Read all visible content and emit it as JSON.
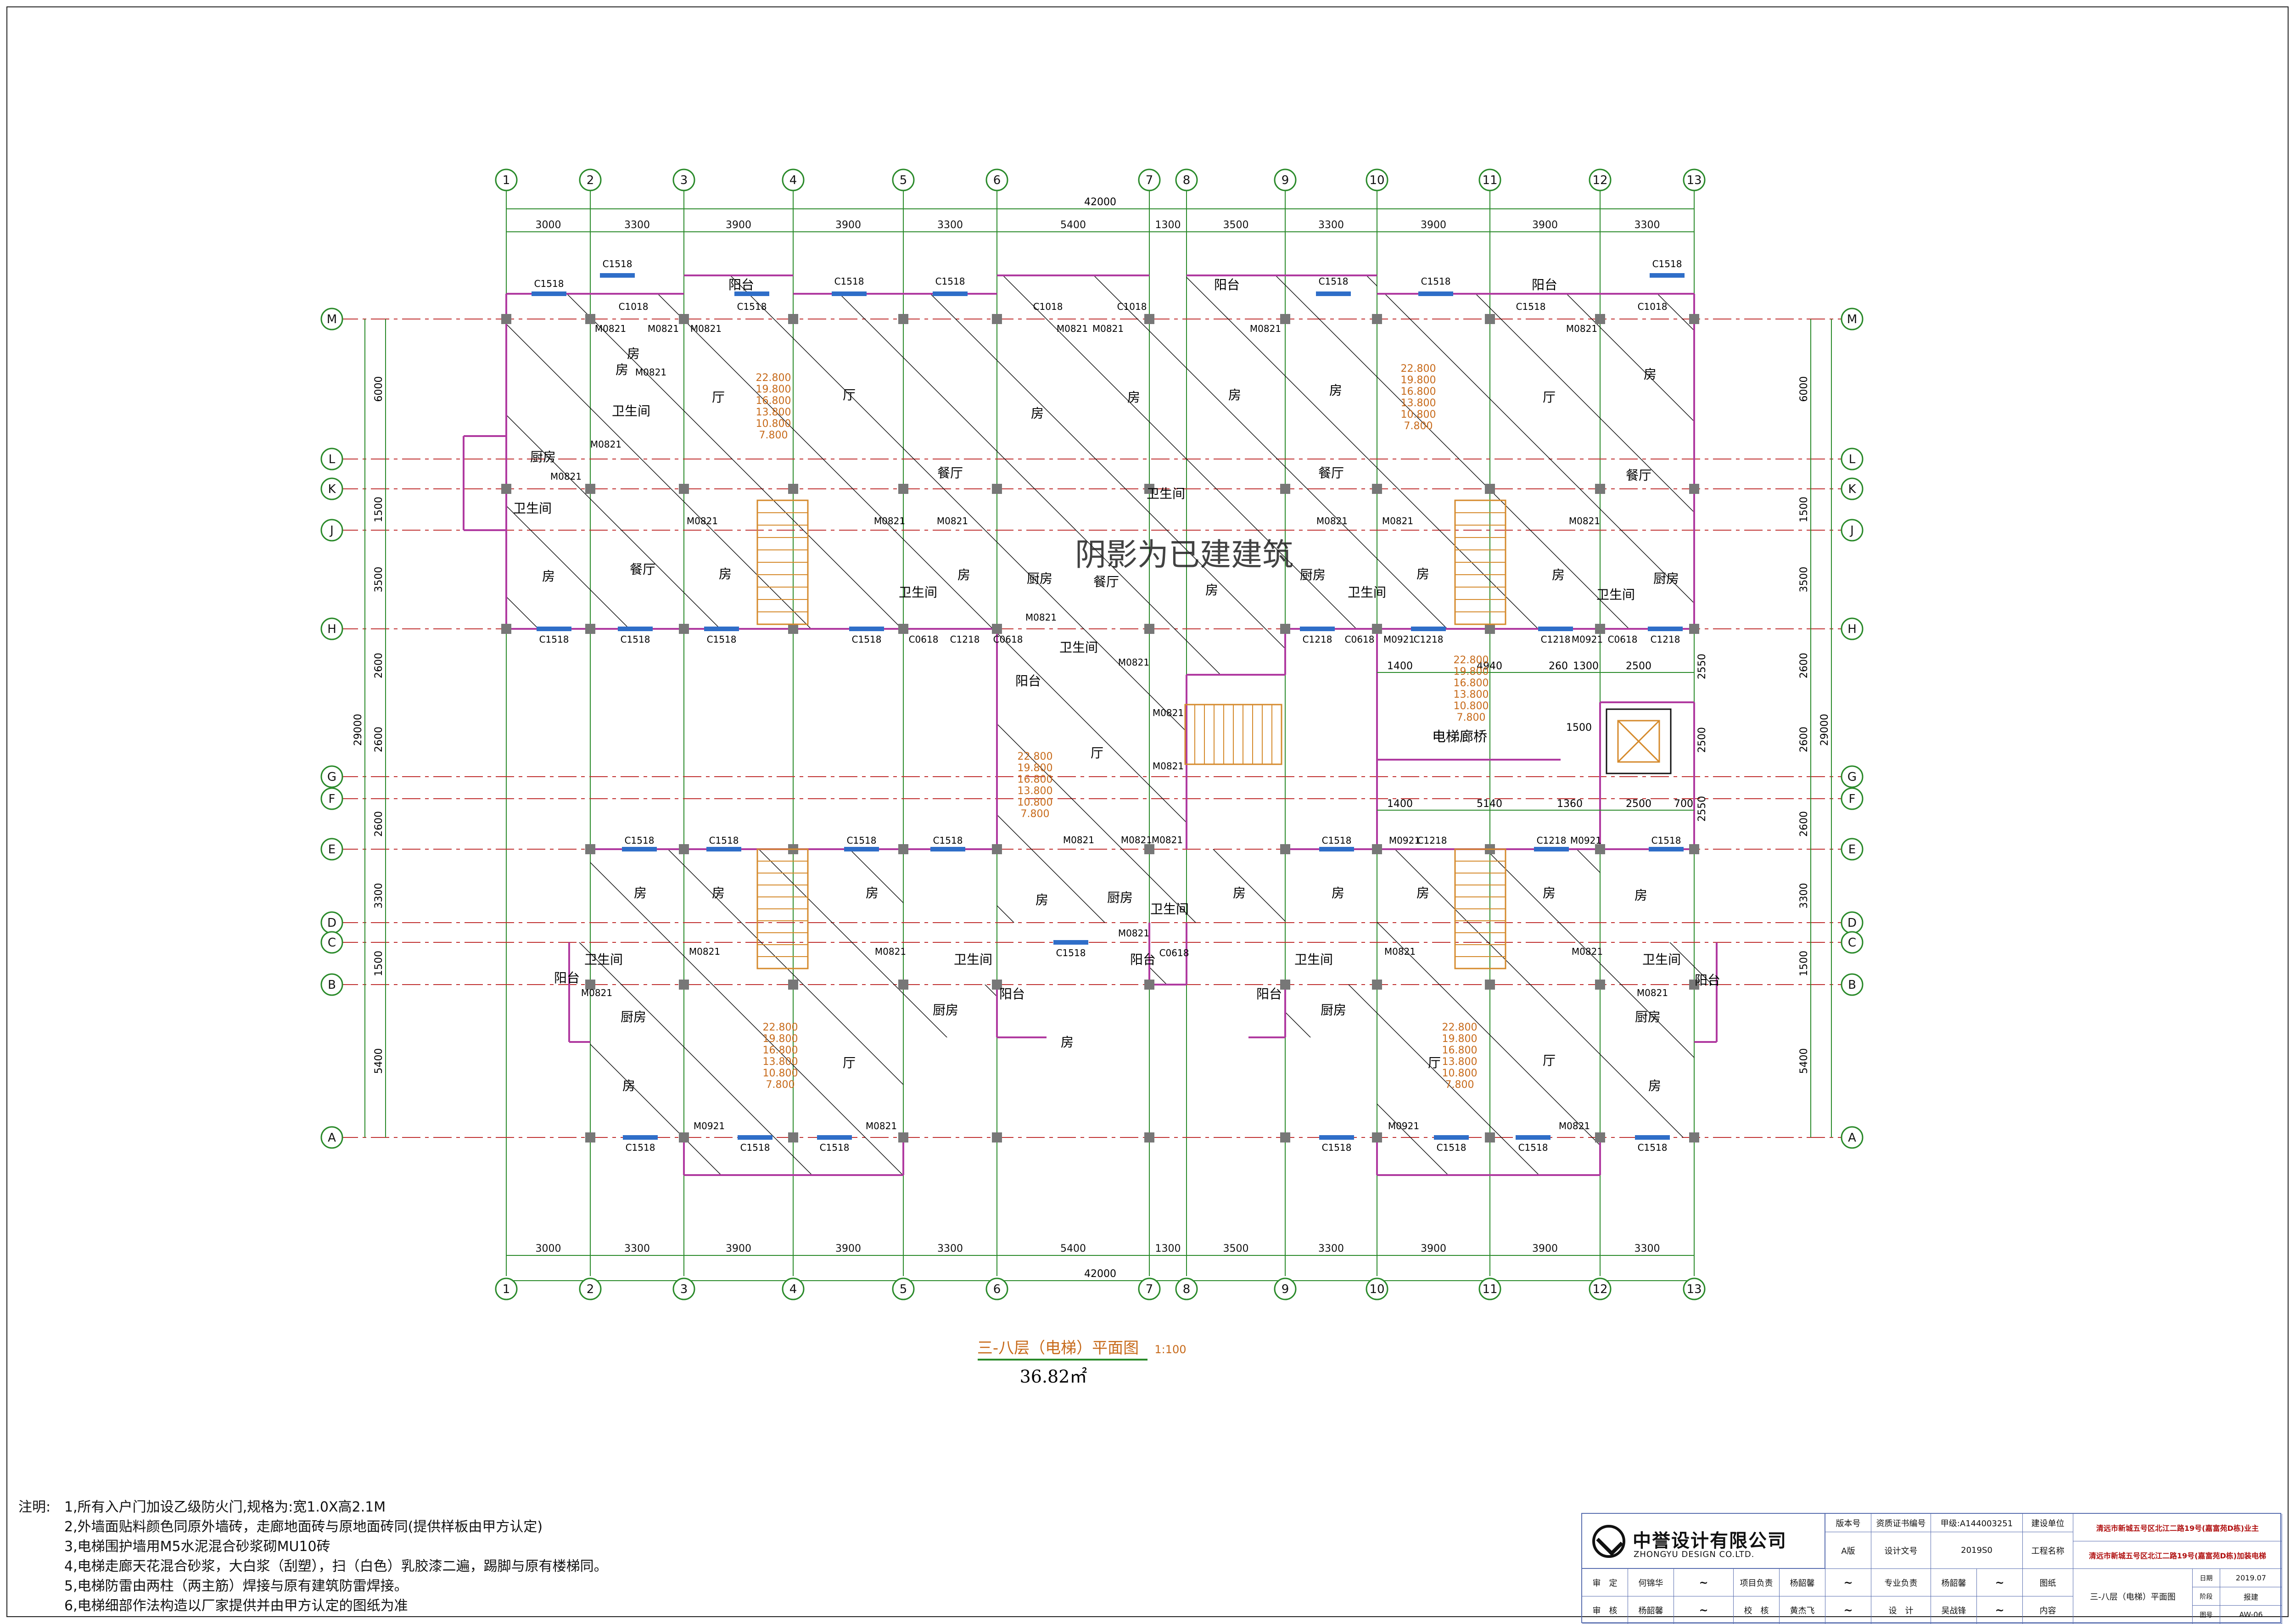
{
  "drawing": {
    "axes_x": [
      "1",
      "2",
      "3",
      "4",
      "5",
      "6",
      "7",
      "8",
      "9",
      "10",
      "11",
      "12",
      "13"
    ],
    "axes_y": [
      "M",
      "L",
      "K",
      "J",
      "H",
      "G",
      "F",
      "E",
      "D",
      "C",
      "B",
      "A"
    ],
    "spans_top": [
      "3000",
      "3300",
      "3900",
      "3900",
      "3300",
      "5400",
      "1300",
      "3500",
      "3300",
      "3900",
      "3900",
      "3300"
    ],
    "spans_bottom": [
      "3000",
      "3300",
      "3900",
      "3900",
      "3300",
      "5400",
      "1300",
      "3500",
      "3300",
      "3900",
      "3900",
      "3300"
    ],
    "total_width": "42000",
    "dims_left": [
      "6000",
      "1500",
      "3500",
      "2600",
      "2600",
      "2600",
      "3300",
      "1500",
      "5400"
    ],
    "dims_right": [
      "6000",
      "1500",
      "3500",
      "2600",
      "2600",
      "2600",
      "3300",
      "1500",
      "5400"
    ],
    "total_depth": "29000",
    "elevations": [
      "22.800",
      "19.800",
      "16.800",
      "13.800",
      "10.800",
      "7.800"
    ],
    "bridge_dims_top": [
      "1400",
      "4940",
      "260",
      "1300",
      "2500"
    ],
    "bridge_dims_bottom": [
      "1400",
      "5140",
      "1360",
      "2500",
      "700"
    ],
    "bridge_dims_side": [
      "2550",
      "2500",
      "2550"
    ],
    "bridge_dim_1500": "1500",
    "bridge_label": "电梯廊桥",
    "watermark": "阴影为已建建筑",
    "labels": {
      "room": "房",
      "hall": "厅",
      "dining": "餐厅",
      "kitchen": "厨房",
      "wc": "卫生间",
      "balcony": "阳台"
    },
    "marks": {
      "c1518": "C1518",
      "c1018": "C1018",
      "c0618": "C0618",
      "c1218": "C1218",
      "c1218b": "C1218",
      "m0821": "M0821",
      "m0921": "M0921"
    },
    "title": "三-八层（电梯）平面图",
    "scale": "1:100",
    "area": "36.82㎡"
  },
  "notes": {
    "head": "注明:",
    "items": [
      "1,所有入户门加设乙级防火门,规格为:宽1.0X高2.1M",
      "2,外墙面贴料颜色同原外墙砖，走廊地面砖与原地面砖同(提供样板由甲方认定)",
      "3,电梯围护墙用M5水泥混合砂浆砌MU10砖",
      "4,电梯走廊天花混合砂浆，大白浆（刮塑），扫（白色）乳胶漆二遍，踢脚与原有楼梯同。",
      "5,电梯防雷由两柱（两主筋）焊接与原有建筑防雷焊接。",
      "6,电梯细部作法构造以厂家提供并由甲方认定的图纸为准"
    ]
  },
  "titleblock": {
    "company_cn": "中誉设计有限公司",
    "company_en": "ZHONGYU DESIGN CO.LTD.",
    "version_label": "版本号",
    "version": "A版",
    "cert_label": "资质证书编号",
    "doc_label": "设计文号",
    "doc_no": "2019S0",
    "cert_no": "甲级:A144003251",
    "client_label": "建设单位",
    "client": "清远市新城五号区北江二路19号(嘉富苑D栋)业主",
    "project_label": "工程名称",
    "project": "清远市新城五号区北江二路19号(嘉富苑D栋)加装电梯",
    "approve_label": "审　定",
    "approve_name": "何锦华",
    "review_label": "审　核",
    "review_name": "杨韶馨",
    "pm_label": "项目负责",
    "pm_name": "杨韶馨",
    "check_label": "校　核",
    "check_name": "黄杰飞",
    "spec_label": "专业负责",
    "spec_name": "杨韶馨",
    "design_label": "设　计",
    "design_name": "吴战锋",
    "sheet_label": "图纸",
    "content_label": "内容",
    "sheet_title": "三-八层（电梯）平面图",
    "date_label": "日期",
    "date": "2019.07",
    "stage_label": "阶段",
    "stage": "报建",
    "no_label": "图号",
    "no": "AW-06"
  }
}
